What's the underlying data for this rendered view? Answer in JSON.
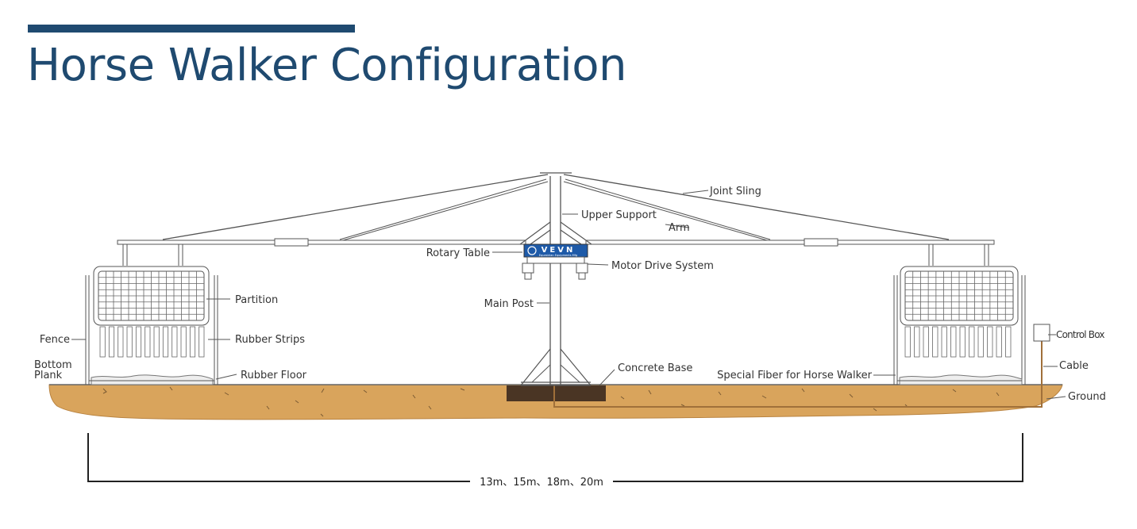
{
  "title": "Horse Walker Configuration",
  "colors": {
    "title": "#1f4a70",
    "ground": "#d9a45c",
    "concrete": "#4a3524",
    "cable": "#a0703a",
    "logo": "#1e5aa8"
  },
  "logo": {
    "text": "VEVN",
    "subtext": "Equestrian Equipments Mfg"
  },
  "labels": {
    "joint_sling": "Joint Sling",
    "upper_support": "Upper Support",
    "arm": "Arm",
    "rotary_table": "Rotary Table",
    "motor_drive_system": "Motor Drive System",
    "main_post": "Main Post",
    "partition": "Partition",
    "fence": "Fence",
    "rubber_strips": "Rubber Strips",
    "bottom_plank_line1": "Bottom",
    "bottom_plank_line2": "Plank",
    "rubber_floor": "Rubber Floor",
    "concrete_base": "Concrete Base",
    "special_fiber": "Special Fiber for Horse Walker",
    "control_box": "Control Box",
    "cable": "Cable",
    "ground": "Ground"
  },
  "dimension": "13m、15m、18m、20m"
}
